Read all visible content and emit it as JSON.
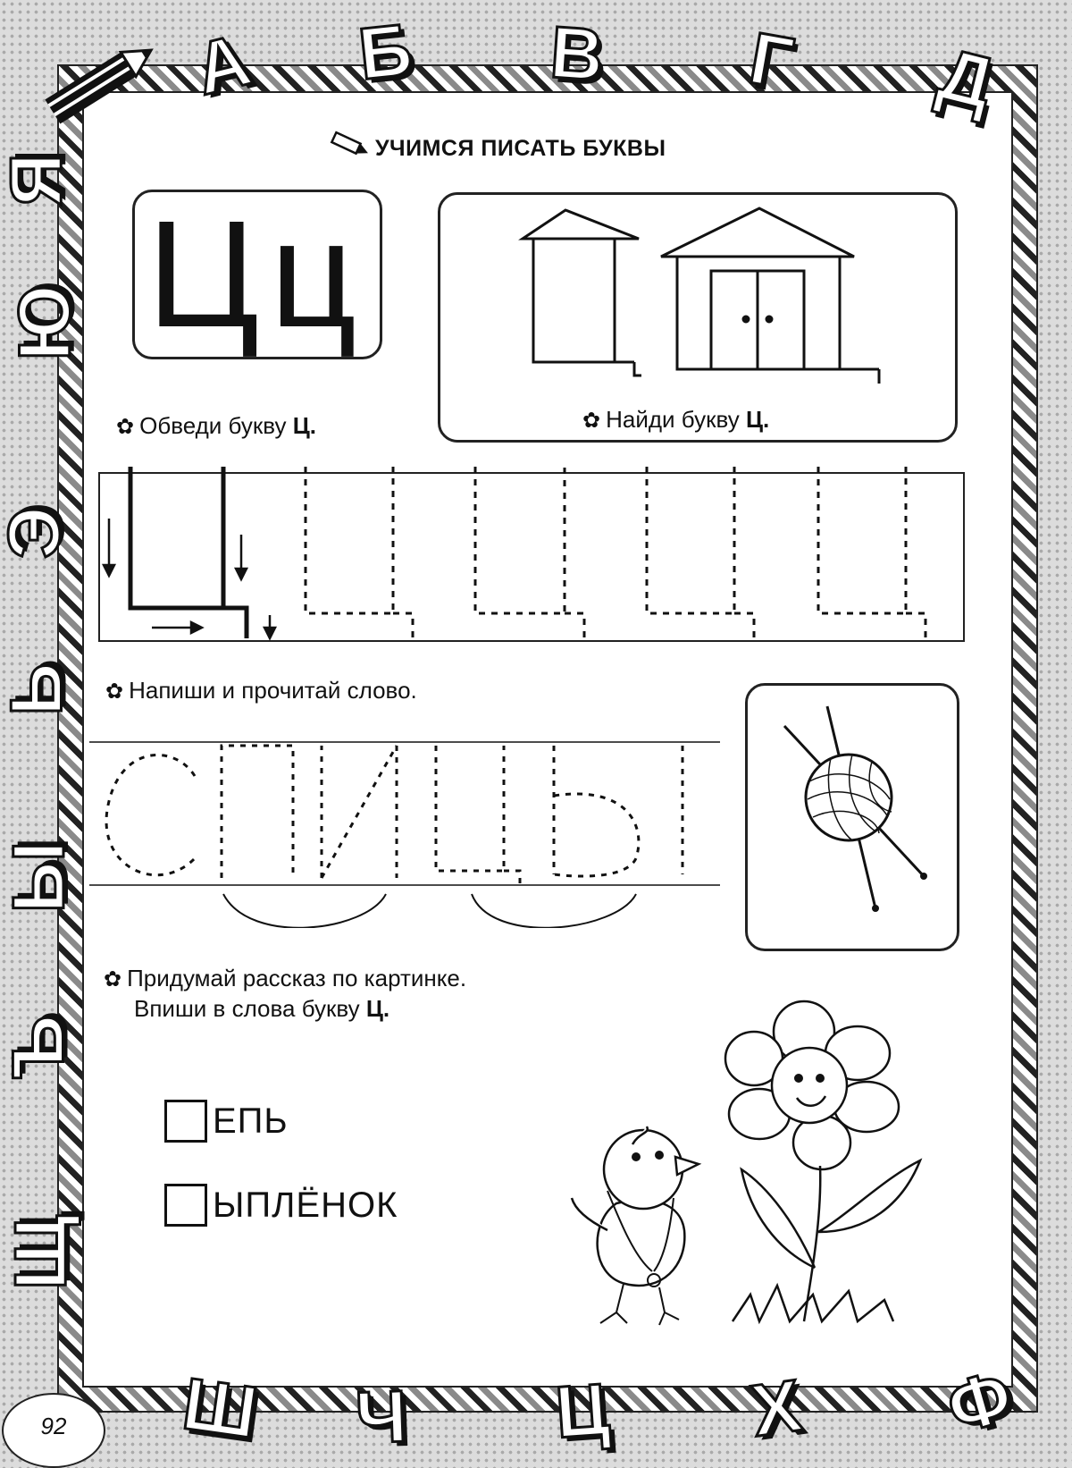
{
  "heading": "УЧИМСЯ ПИСАТЬ БУКВЫ",
  "letter_big": "Цц",
  "page_number": "92",
  "frame_letters": {
    "top": [
      "А",
      "Б",
      "В",
      "Г",
      "Д"
    ],
    "left": [
      "Я",
      "Ю",
      "Э",
      "Ь",
      "Ы",
      "Ъ",
      "Щ"
    ],
    "bottom": [
      "Ш",
      "Ч",
      "Ц",
      "Х",
      "Ф"
    ]
  },
  "tasks": {
    "trace": {
      "text": "Обведи букву ",
      "letter": "Ц."
    },
    "find": {
      "text": "Найди букву ",
      "letter": "Ц."
    },
    "write": {
      "text": "Напиши и прочитай слово."
    },
    "story": {
      "line1": "Придумай рассказ по картинке.",
      "line2": "Впиши в слова букву ",
      "letter": "Ц."
    }
  },
  "words": [
    {
      "blank": "",
      "rest": "ЕПЬ"
    },
    {
      "blank": "",
      "rest": "ЫПЛЁНОК"
    }
  ],
  "icons": [
    "pencil-icon",
    "flower-bullet-icon",
    "house-icon",
    "garage-icon",
    "yarn-ball-icon",
    "chick-icon",
    "flower-icon"
  ]
}
